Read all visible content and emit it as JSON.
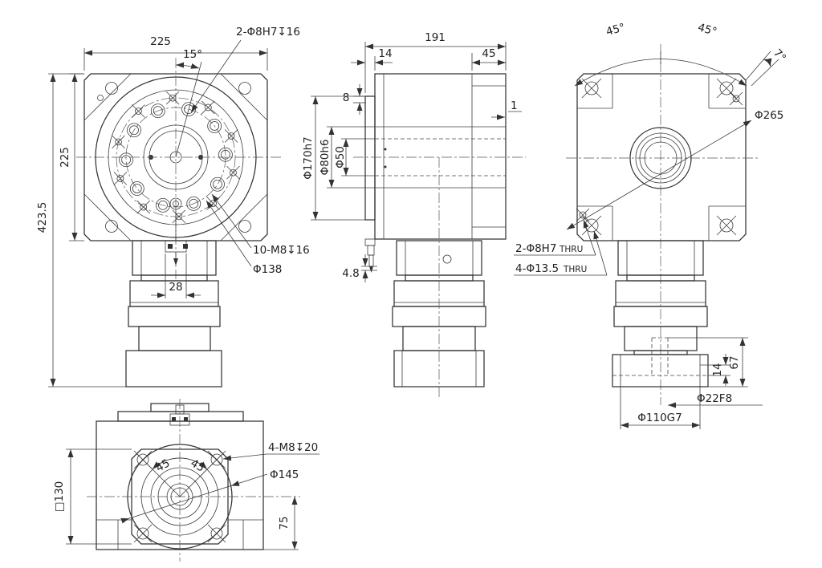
{
  "drawing": {
    "background": "#ffffff",
    "line_color": "#333333",
    "front_view": {
      "dim_width": "225",
      "angle_pin": "15°",
      "pin_callout": "2-Φ8H7↧16",
      "dim_height": "225",
      "dim_overall": "423.5",
      "bolt_callout": "10-M8↧16",
      "dia_bolt_circle": "Φ138",
      "dim_sensor_width": "28"
    },
    "side_view": {
      "dim_length": "191",
      "dim_flange": "14",
      "dim_right": "45",
      "dim_step_top": "8",
      "dia_pilot": "Φ170h7",
      "dia_bore": "Φ80h6",
      "dia_inner": "Φ50",
      "dim_recess": "1",
      "dim_bottom_step": "4.8"
    },
    "back_view": {
      "angle_left": "45°",
      "angle_right": "45°",
      "angle_corner": "7°",
      "dia_diag": "Φ265",
      "pin_callout": "2-Φ8H7",
      "pin_suffix": "THRU",
      "bolt_callout": "4-Φ13.5",
      "bolt_suffix": "THRU",
      "dim_depth": "14",
      "dim_shaft_len": "67",
      "dia_shaft": "Φ22F8",
      "dia_pilot": "Φ110G7"
    },
    "bottom_view": {
      "bolt_callout": "4-M8↧20",
      "angle_left": "45",
      "angle_right": "45",
      "dia_circle": "Φ145",
      "dim_square": "□130",
      "dim_offset": "75"
    }
  }
}
